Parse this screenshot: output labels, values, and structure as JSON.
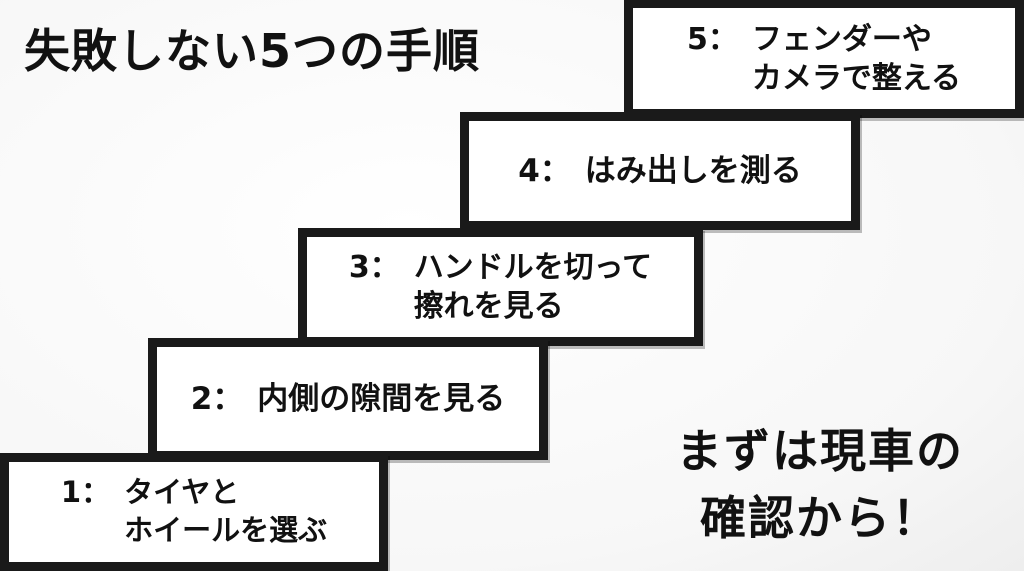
{
  "title": "失敗しない5つの手順",
  "steps": [
    {
      "number": "1：",
      "text": "タイヤと\nホイールを選ぶ"
    },
    {
      "number": "2：",
      "text": "内側の隙間を見る"
    },
    {
      "number": "3：",
      "text": "ハンドルを切って\n擦れを見る"
    },
    {
      "number": "4：",
      "text": "はみ出しを測る"
    },
    {
      "number": "5：",
      "text": "フェンダーや\nカメラで整える"
    }
  ],
  "cta": {
    "line1": "まずは現車の",
    "line2": "確認から！"
  }
}
